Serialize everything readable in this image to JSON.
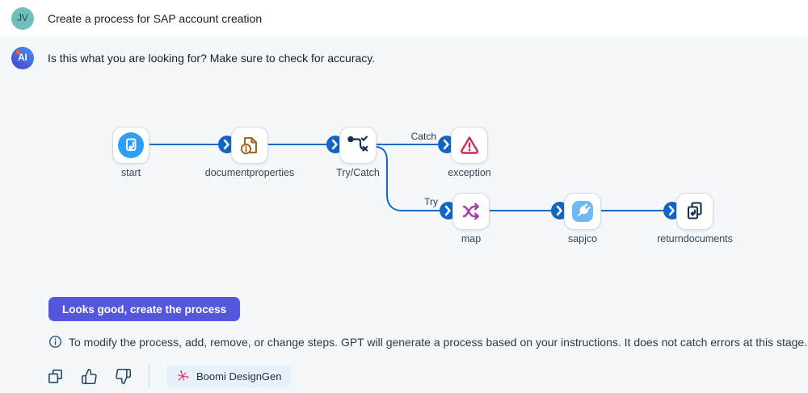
{
  "user_message": {
    "avatar_initials": "JV",
    "text": "Create a process for SAP account creation"
  },
  "ai_message": {
    "avatar_initials": "AI",
    "text": "Is this what you are looking for? Make sure to check for accuracy."
  },
  "flow": {
    "nodes": [
      {
        "id": "start",
        "label": "start",
        "icon": "document-start-icon"
      },
      {
        "id": "documentproperties",
        "label": "documentproperties",
        "icon": "document-properties-icon"
      },
      {
        "id": "trycatch",
        "label": "Try/Catch",
        "icon": "try-catch-icon"
      },
      {
        "id": "exception",
        "label": "exception",
        "icon": "warning-triangle-icon"
      },
      {
        "id": "map",
        "label": "map",
        "icon": "shuffle-map-icon"
      },
      {
        "id": "sapjco",
        "label": "sapjco",
        "icon": "connector-plug-icon"
      },
      {
        "id": "returndocuments",
        "label": "returndocuments",
        "icon": "return-documents-icon"
      }
    ],
    "edge_labels": {
      "catch": "Catch",
      "try": "Try"
    }
  },
  "actions": {
    "confirm_label": "Looks good, create the process"
  },
  "notice": {
    "text": "To modify the process, add, remove, or change steps. GPT will generate a process based on your instructions. It does not catch errors at this stage."
  },
  "footer": {
    "badge_label": "Boomi DesignGen",
    "icons": [
      "copy-icon",
      "thumbs-up-icon",
      "thumbs-down-icon",
      "boomi-spark-icon"
    ]
  },
  "colors": {
    "accent-blue": "#1668c6",
    "ai-bg": "#f5f8fb",
    "avatar-user": "#6fc0bb",
    "button-purple": "#5457dd",
    "badge-bg": "#e8f1f8",
    "badge-pink": "#e0457e",
    "navy-icon": "#16304f",
    "exception-red": "#ce2d55",
    "map-purple": "#a23fa8",
    "start-blue": "#2f9df4",
    "sapjco-blue": "#72b9f4",
    "docprops-brown": "#a2671e"
  }
}
